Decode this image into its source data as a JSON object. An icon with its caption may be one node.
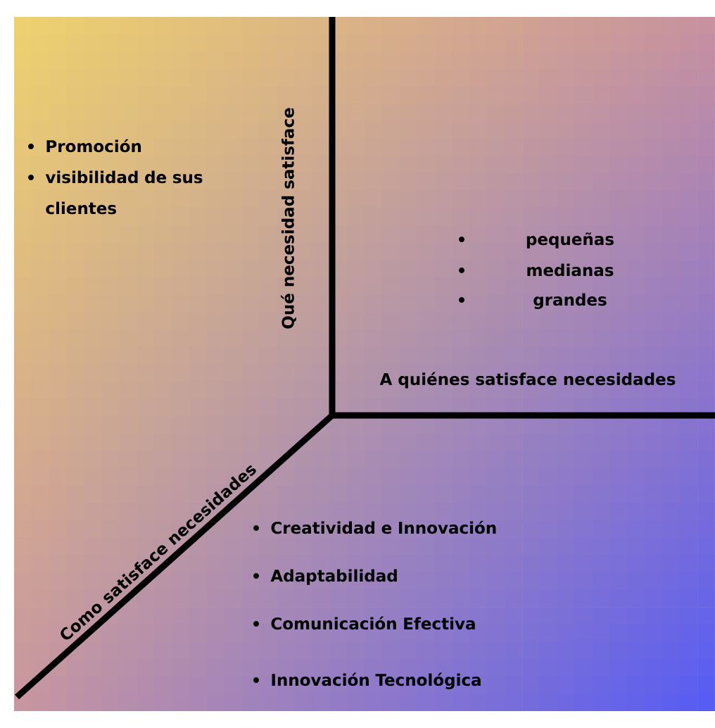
{
  "diagram": {
    "labels": [
      "Qué necesidad satisface",
      "Promoción",
      "visibilidad de sus clientes",
      "pequeñas",
      "medianas",
      "grandes",
      "A quiénes satisface necesidades",
      "Como satisface necesidades",
      "Creatividad e Innovación",
      "Adaptabilidad",
      "Comunicación Efectiva",
      "Innovación Tecnológica"
    ]
  }
}
